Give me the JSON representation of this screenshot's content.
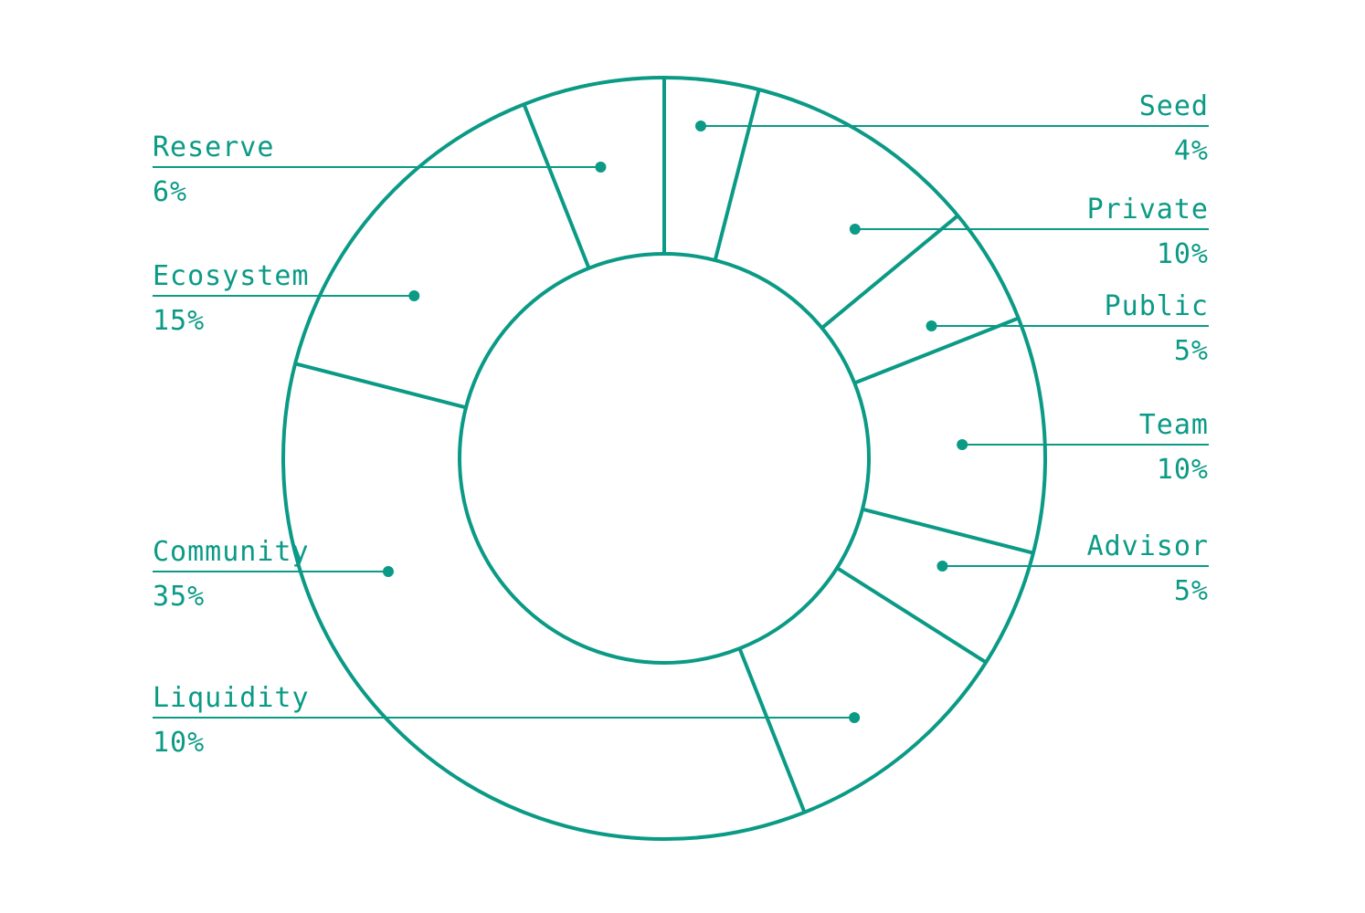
{
  "chart_data": {
    "type": "pie",
    "style": "donut",
    "color": "#0a9a85",
    "slices": [
      {
        "label": "Seed",
        "value": 4,
        "value_label": "4%",
        "side": "right"
      },
      {
        "label": "Private",
        "value": 10,
        "value_label": "10%",
        "side": "right"
      },
      {
        "label": "Public",
        "value": 5,
        "value_label": "5%",
        "side": "right"
      },
      {
        "label": "Team",
        "value": 10,
        "value_label": "10%",
        "side": "right"
      },
      {
        "label": "Advisor",
        "value": 5,
        "value_label": "5%",
        "side": "right"
      },
      {
        "label": "Liquidity",
        "value": 10,
        "value_label": "10%",
        "side": "left"
      },
      {
        "label": "Community",
        "value": 35,
        "value_label": "35%",
        "side": "left"
      },
      {
        "label": "Ecosystem",
        "value": 15,
        "value_label": "15%",
        "side": "left"
      },
      {
        "label": "Reserve",
        "value": 6,
        "value_label": "6%",
        "side": "left"
      }
    ]
  }
}
